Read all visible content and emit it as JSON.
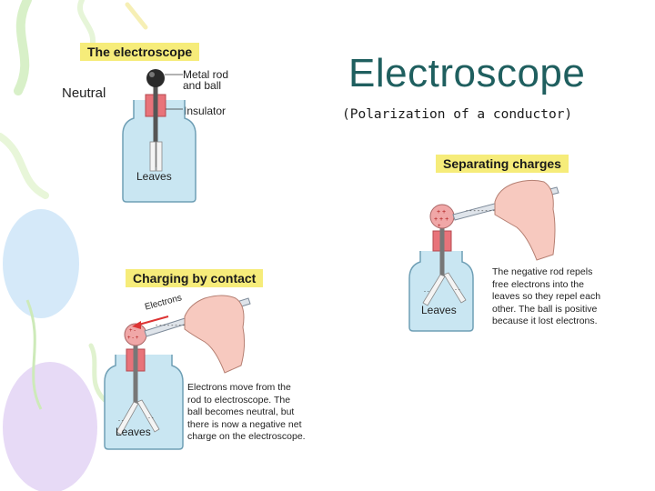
{
  "slide": {
    "title": "Electroscope",
    "subtitle": "(Polarization of a conductor)"
  },
  "panel_electroscope": {
    "heading": "The electroscope",
    "state_label": "Neutral",
    "rod_label_line1": "Metal rod",
    "rod_label_line2": "and ball",
    "insulator_label": "Insulator",
    "leaves_label": "Leaves"
  },
  "panel_separating": {
    "heading": "Separating charges",
    "leaves_label": "Leaves",
    "description": [
      "The negative rod repels",
      "free electrons into the",
      "leaves so they repel each",
      "other. The ball is positive",
      "because it lost electrons."
    ]
  },
  "panel_contact": {
    "heading": "Charging by contact",
    "arrow_label": "Electrons",
    "leaves_label": "Leaves",
    "description": [
      "Electrons move from the",
      "rod to electroscope. The",
      "ball becomes neutral, but",
      "there is now a negative net",
      "charge on the electroscope."
    ]
  },
  "colors": {
    "jar_fill": "#c9e6f2",
    "jar_stroke": "#6f9fb5",
    "insulator": "#e8737a",
    "header_bg": "#f6ec7a",
    "title": "#1f5f5f"
  }
}
